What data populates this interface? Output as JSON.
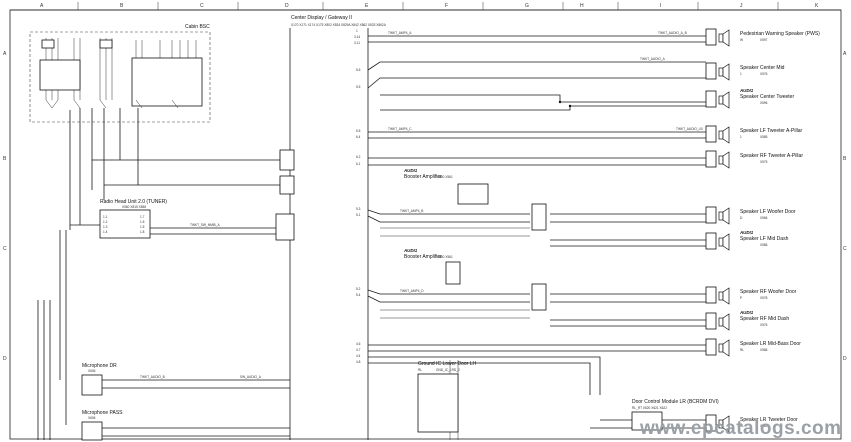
{
  "grid": {
    "columns": [
      "A",
      "B",
      "C",
      "D",
      "E",
      "F",
      "G",
      "H",
      "I",
      "J",
      "K"
    ],
    "rows": [
      "A",
      "B",
      "C",
      "D"
    ]
  },
  "cabin": {
    "label": "Cabin BSC"
  },
  "gateway": {
    "title": "Center Display / Gateway II",
    "connectors": "X170 X171 X174 X175 X802 X834 X829A X842 X862 X833 X862A",
    "pins": [
      "1",
      "3.14",
      "3.11",
      "5.6",
      "5.5",
      "6.5",
      "6.4",
      "6.2",
      "6.1",
      "5.3",
      "5.1",
      "5.2",
      "5.4",
      "4.6",
      "4.7",
      "4.4",
      "4.8"
    ]
  },
  "radio": {
    "title": "Radio Head Unit 2.0 (TUNER)",
    "connectors": "X560 X815 X858",
    "pins": [
      "1.1",
      "1.2",
      "1.3",
      "1.4",
      "1.7",
      "1.6",
      "1.5",
      "1.8"
    ]
  },
  "booster1": {
    "badge": "AUDI1",
    "title": "Booster Amplifier",
    "connectors": "X560 X561"
  },
  "booster2": {
    "badge": "AUDI1",
    "title": "Booster Amplifier",
    "connectors": "X560 X561"
  },
  "mic_dr": {
    "title": "Microphone DR",
    "connector": "X606"
  },
  "mic_pass": {
    "title": "Microphone PASS",
    "connector": "X606"
  },
  "ground": {
    "title": "Ground IC Lower Door LH",
    "sub": "RL",
    "node": "GND_IC_LRD_2"
  },
  "door_module": {
    "title": "Door Control Module LR (BCRDM DVI)",
    "sub": "RL_RT  X620  X621  X622"
  },
  "speakers": [
    {
      "title": "Pedestrian Warning Speaker (PWS)",
      "code": "W",
      "conn": "X597",
      "badge": ""
    },
    {
      "title": "Speaker Center Mid",
      "code": "1",
      "conn": "X576",
      "badge": ""
    },
    {
      "title": "Speaker Center Tweeter",
      "code": "",
      "conn": "X596",
      "badge": "AUDI1"
    },
    {
      "title": "Speaker LF Tweeter A-Pillar",
      "code": "1",
      "conn": "X585",
      "badge": ""
    },
    {
      "title": "Speaker RF Tweeter A-Pillar",
      "code": "",
      "conn": "X575",
      "badge": ""
    },
    {
      "title": "Speaker LF Woofer Door",
      "code": "D",
      "conn": "X566",
      "badge": ""
    },
    {
      "title": "Speaker LF Mid Dash",
      "code": "",
      "conn": "X586",
      "badge": "AUDI1"
    },
    {
      "title": "Speaker RF Woofer Door",
      "code": "P",
      "conn": "X578",
      "badge": ""
    },
    {
      "title": "Speaker RF Mid Dash",
      "code": "",
      "conn": "X576",
      "badge": "AUDI1"
    },
    {
      "title": "Speaker LR Mid-Bass Door",
      "code": "RL",
      "conn": "X586",
      "badge": ""
    },
    {
      "title": "Speaker LR Tweeter Door",
      "code": "RL",
      "conn": "X385",
      "badge": ""
    }
  ],
  "wire_labels": [
    "TWKT_AMP4_A",
    "TWKT_AUDIO_A_B",
    "TWKT_AUDIO_A",
    "TWKT_AMP4_C",
    "TWKT_AUDIO_LB",
    "TWKT_AMP4_B",
    "TWKT_AMP4_D",
    "TWKT_SW_NMIB_A",
    "TWKT_AUDIO_B",
    "SW_AUDIO_A"
  ],
  "watermark": "www.epcatalogs.com",
  "colors": {
    "line": "#1a1a1a",
    "paper": "#ffffff",
    "watermark": "#9aa0a6"
  }
}
